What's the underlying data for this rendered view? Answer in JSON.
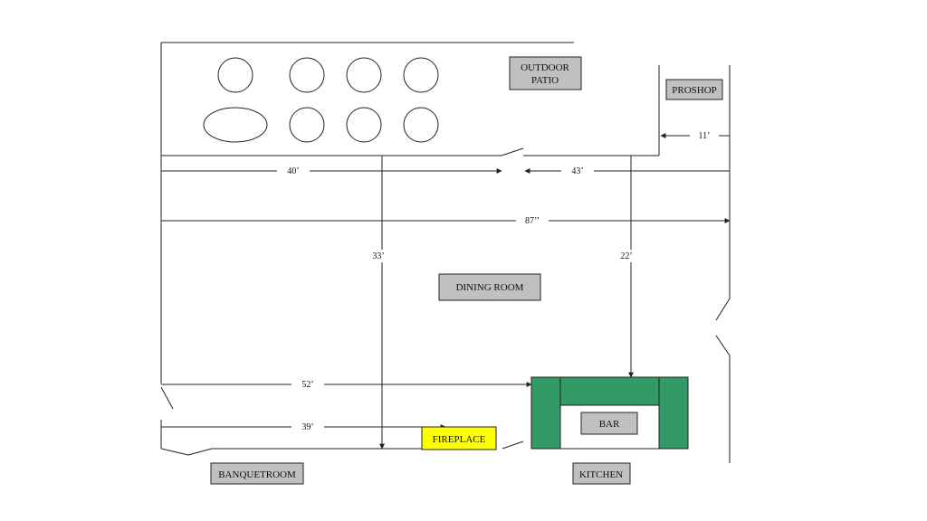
{
  "rooms": {
    "outdoor_patio_line1": "OUTDOOR",
    "outdoor_patio_line2": "PATIO",
    "proshop": "PROSHOP",
    "dining_room": "DINING ROOM",
    "bar": "BAR",
    "fireplace": "FIREPLACE",
    "banquet_room": "BANQUETROOM",
    "kitchen": "KITCHEN"
  },
  "dimensions": {
    "proshop_width": "11’",
    "west_patio_wall": "40’",
    "east_patio_wall": "43’",
    "total_length": "87’’",
    "dining_depth_left": "33’",
    "dining_depth_right": "22’",
    "to_bar": "52’",
    "to_fireplace": "39’"
  },
  "colors": {
    "label_box": "#c0c0c0",
    "bar_counter": "#339966",
    "fireplace": "#ffff00"
  },
  "patio_tables": {
    "round": 7,
    "oval": 1
  }
}
